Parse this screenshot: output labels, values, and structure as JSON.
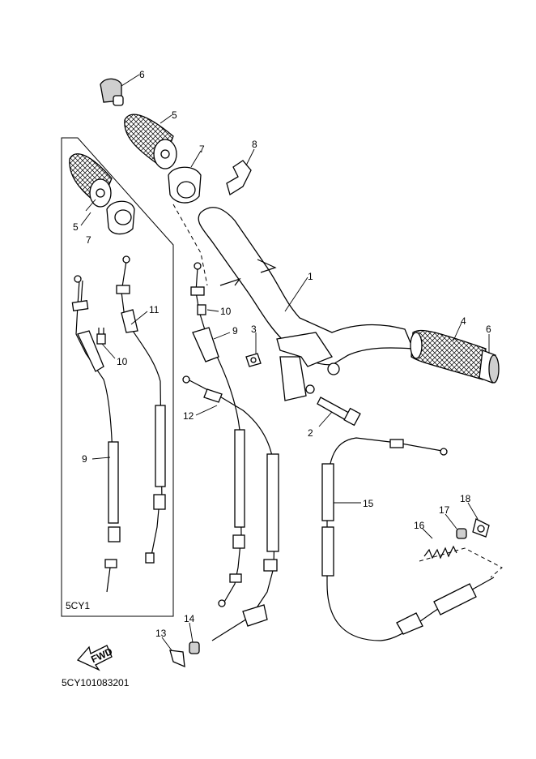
{
  "callouts": {
    "c1": "1",
    "c2": "2",
    "c3": "3",
    "c4": "4",
    "c5a": "5",
    "c5b": "5",
    "c6a": "6",
    "c6b": "6",
    "c7a": "7",
    "c7b": "7",
    "c8": "8",
    "c9a": "9",
    "c9b": "9",
    "c10a": "10",
    "c10b": "10",
    "c11": "11",
    "c12": "12",
    "c13": "13",
    "c14": "14",
    "c15": "15",
    "c16": "16",
    "c17": "17",
    "c18": "18"
  },
  "model_box_label": "5CY1",
  "fwd_label": "FWD",
  "diagram_code": "5CY101083201",
  "colors": {
    "line": "#000000",
    "background": "#ffffff"
  }
}
